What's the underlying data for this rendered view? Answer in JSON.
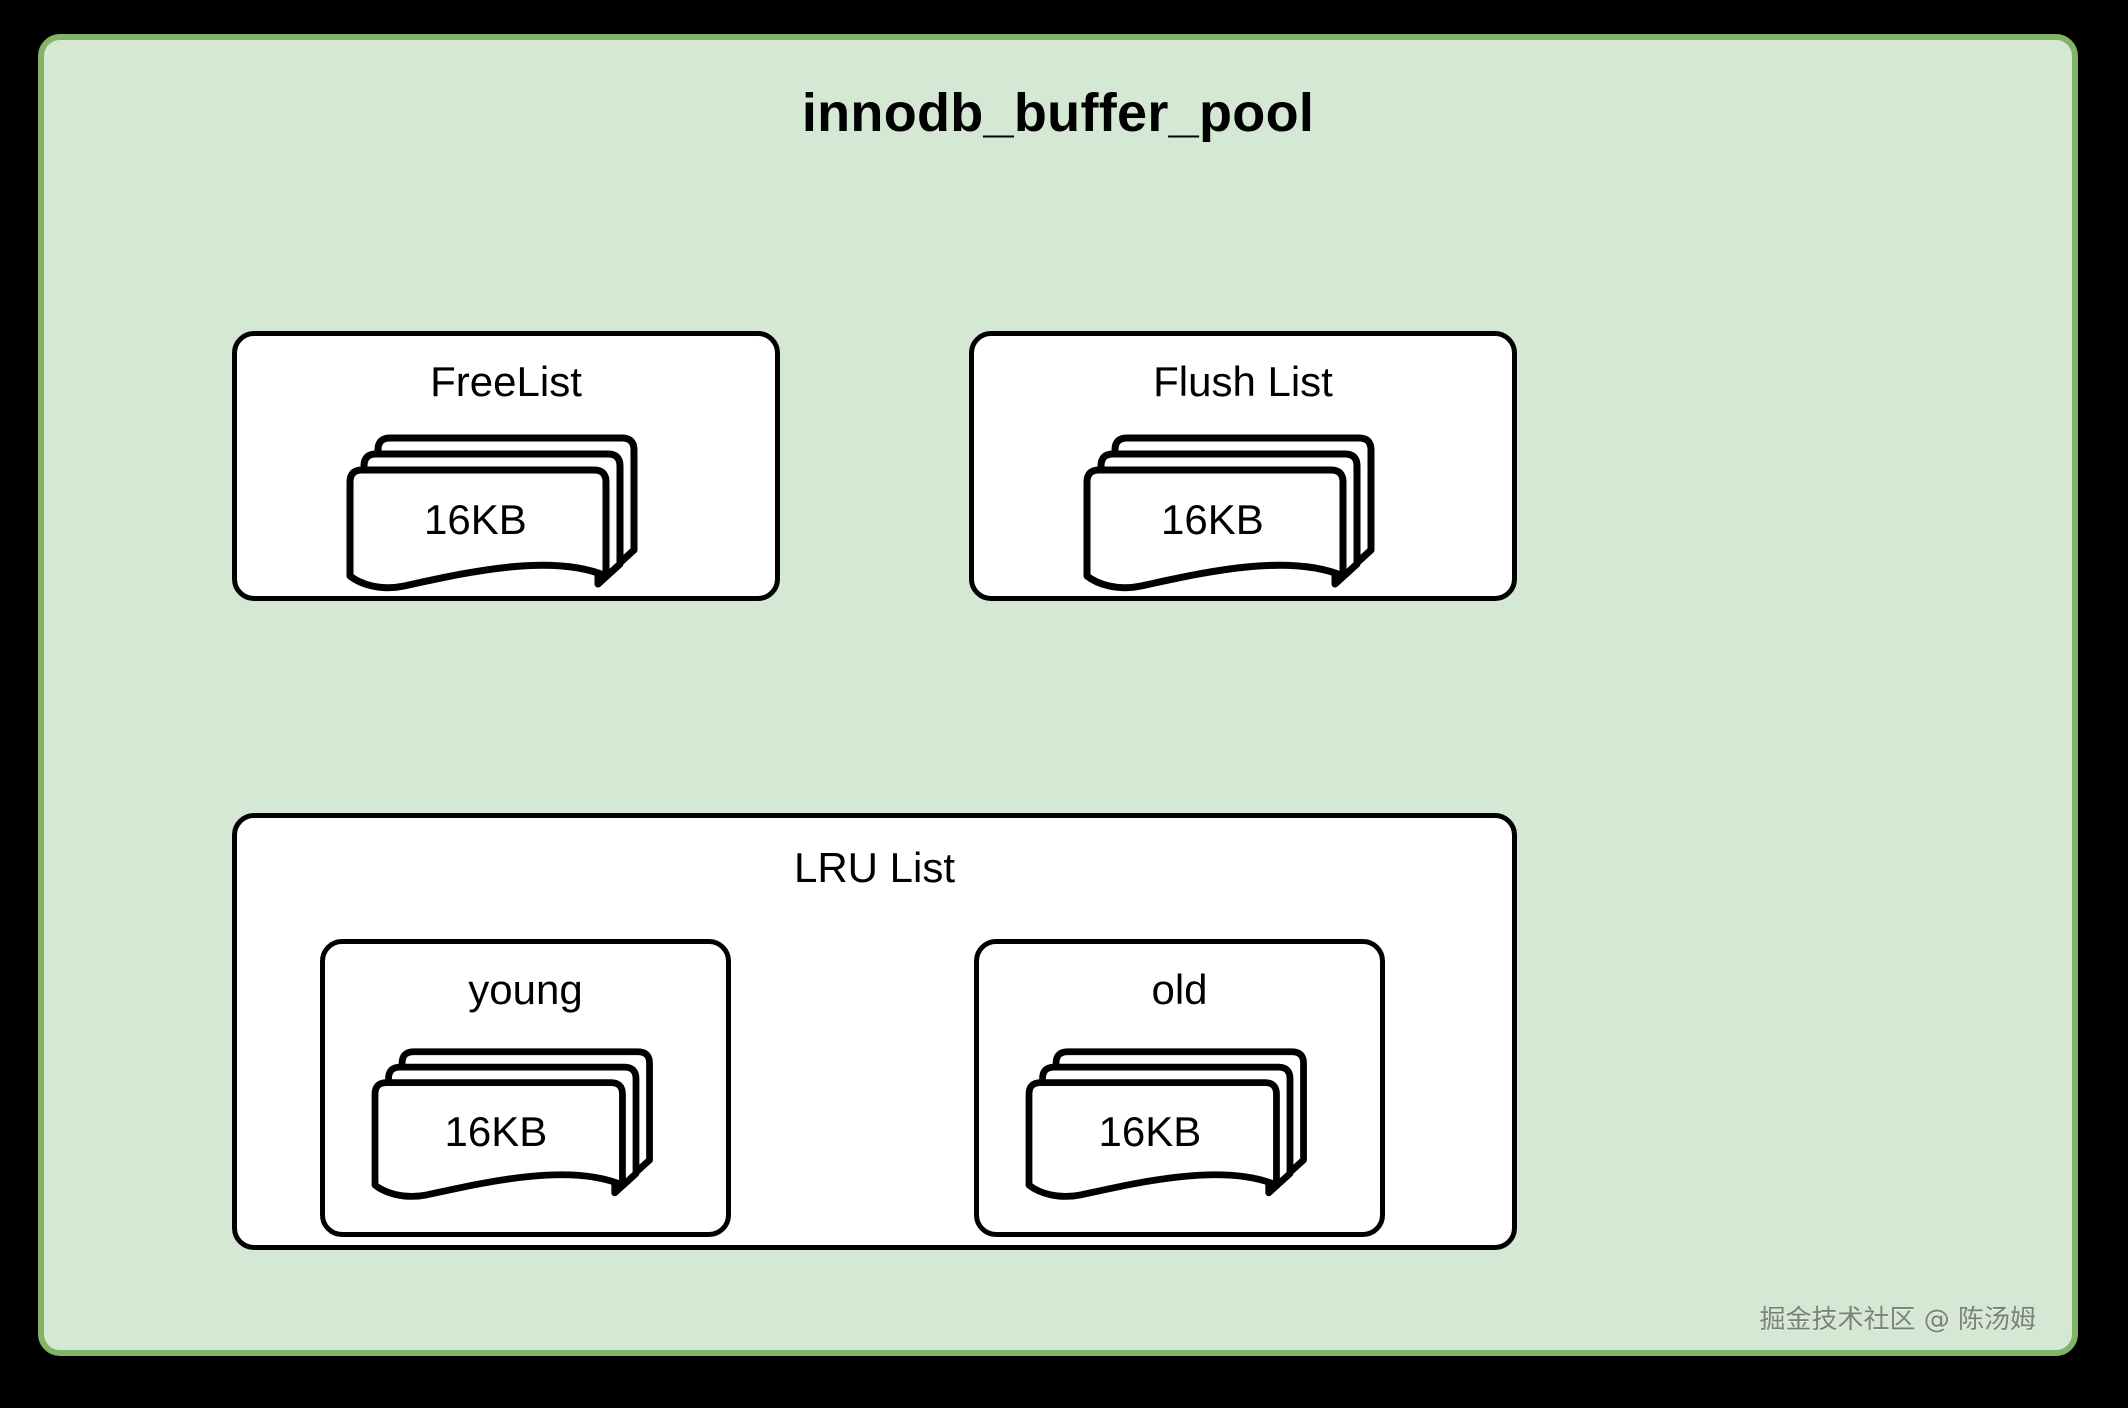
{
  "pool": {
    "title": "innodb_buffer_pool",
    "fill_color": "#d5e8d4",
    "border_color": "#82b366",
    "background_color": "#000000"
  },
  "panels": {
    "freelist": {
      "title": "FreeList",
      "stack_label": "16KB",
      "stack_pages": 3
    },
    "flushlist": {
      "title": "Flush List",
      "stack_label": "16KB",
      "stack_pages": 3
    },
    "lru": {
      "title": "LRU List",
      "young": {
        "title": "young",
        "stack_label": "16KB",
        "stack_pages": 3
      },
      "old": {
        "title": "old",
        "stack_label": "16KB",
        "stack_pages": 3
      }
    }
  },
  "watermark": {
    "text": "掘金技术社区 @ 陈汤姆"
  }
}
